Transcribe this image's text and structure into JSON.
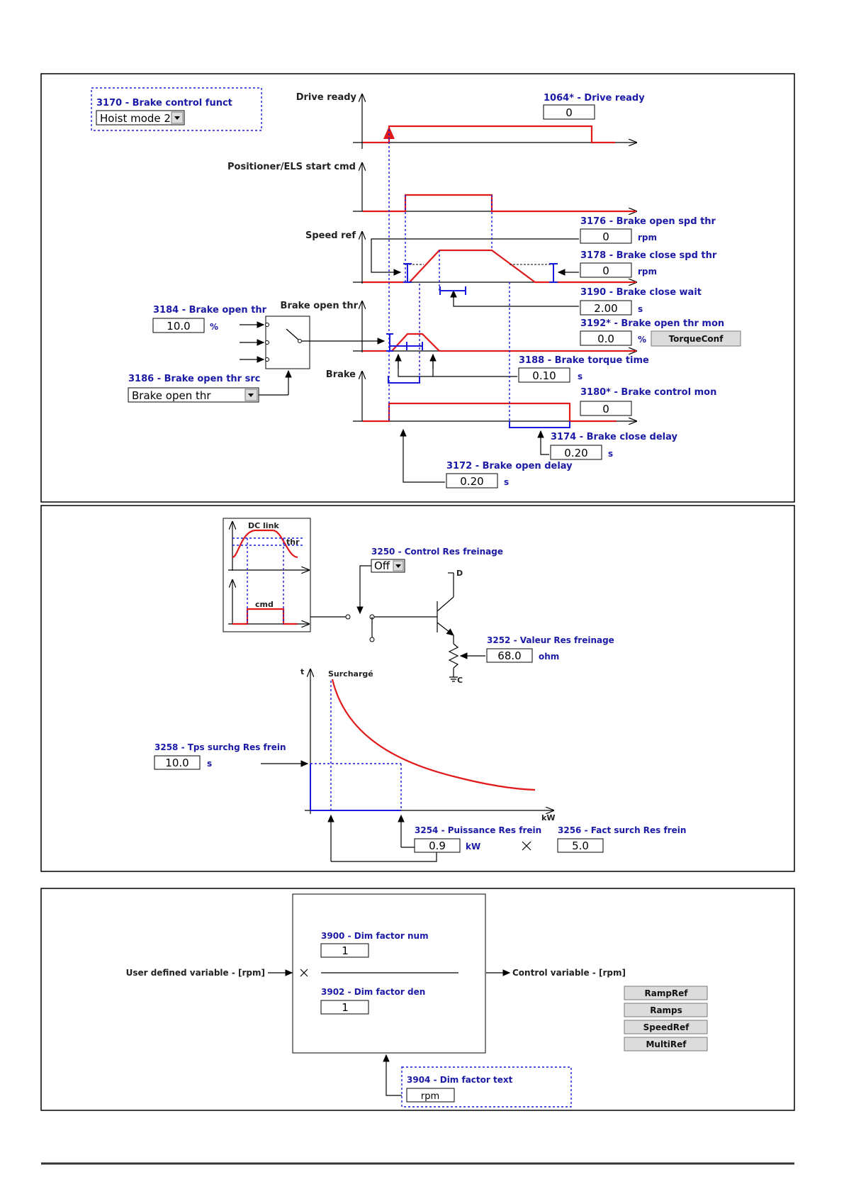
{
  "panel1": {
    "brake_control_funct": {
      "label": "3170 - Brake control funct",
      "value": "Hoist mode 2"
    },
    "drive_ready_axis": "Drive ready",
    "drive_ready_param": {
      "label": "1064* - Drive ready",
      "value": "0"
    },
    "positioner_axis": "Positioner/ELS start cmd",
    "speed_ref_axis": "Speed ref",
    "brake_open_spd_thr": {
      "label": "3176 - Brake open spd thr",
      "value": "0",
      "unit": "rpm"
    },
    "brake_close_spd_thr": {
      "label": "3178 - Brake close spd thr",
      "value": "0",
      "unit": "rpm"
    },
    "brake_close_wait": {
      "label": "3190 - Brake close wait",
      "value": "2.00",
      "unit": "s"
    },
    "brake_open_thr_mon": {
      "label": "3192* - Brake open thr mon",
      "value": "0.0",
      "unit": "%",
      "button": "TorqueConf"
    },
    "brake_open_thr": {
      "label": "3184 - Brake open thr",
      "value": "10.0",
      "unit": "%"
    },
    "brake_open_thr_axis": "Brake open thr",
    "brake_torque_time": {
      "label": "3188 - Brake torque time",
      "value": "0.10",
      "unit": "s"
    },
    "brake_open_thr_src": {
      "label": "3186 - Brake open thr src",
      "value": "Brake open thr"
    },
    "brake_axis": "Brake",
    "brake_control_mon": {
      "label": "3180* - Brake control mon",
      "value": "0"
    },
    "brake_close_delay": {
      "label": "3174 - Brake close delay",
      "value": "0.20",
      "unit": "s"
    },
    "brake_open_delay": {
      "label": "3172 - Brake open delay",
      "value": "0.20",
      "unit": "s"
    }
  },
  "panel2": {
    "dc_link": "DC link",
    "thr": "thr",
    "cmd": "cmd",
    "control_res": {
      "label": "3250 - Control Res freinage",
      "value": "Off"
    },
    "d": "D",
    "c": "C",
    "valeur_res": {
      "label": "3252 - Valeur Res freinage",
      "value": "68.0",
      "unit": "ohm"
    },
    "t_axis": "t",
    "surcharge": "Surchargé",
    "tps_surchg": {
      "label": "3258 - Tps surchg Res frein",
      "value": "10.0",
      "unit": "s"
    },
    "kw_axis": "kW",
    "puissance": {
      "label": "3254 - Puissance Res frein",
      "value": "0.9",
      "unit": "kW"
    },
    "fact_surch": {
      "label": "3256 - Fact surch Res frein",
      "value": "5.0"
    }
  },
  "panel3": {
    "dim_num": {
      "label": "3900 - Dim factor num",
      "value": "1"
    },
    "dim_den": {
      "label": "3902 - Dim factor den",
      "value": "1"
    },
    "user_var": "User defined variable - [rpm]",
    "control_var": "Control variable - [rpm]",
    "dim_text": {
      "label": "3904 - Dim factor text",
      "value": "rpm"
    },
    "buttons": [
      "RampRef",
      "Ramps",
      "SpeedRef",
      "MultiRef"
    ]
  },
  "colors": {
    "signal": "#e0191b",
    "param_text": "#1a1aa6",
    "marker": "#1a1add"
  }
}
